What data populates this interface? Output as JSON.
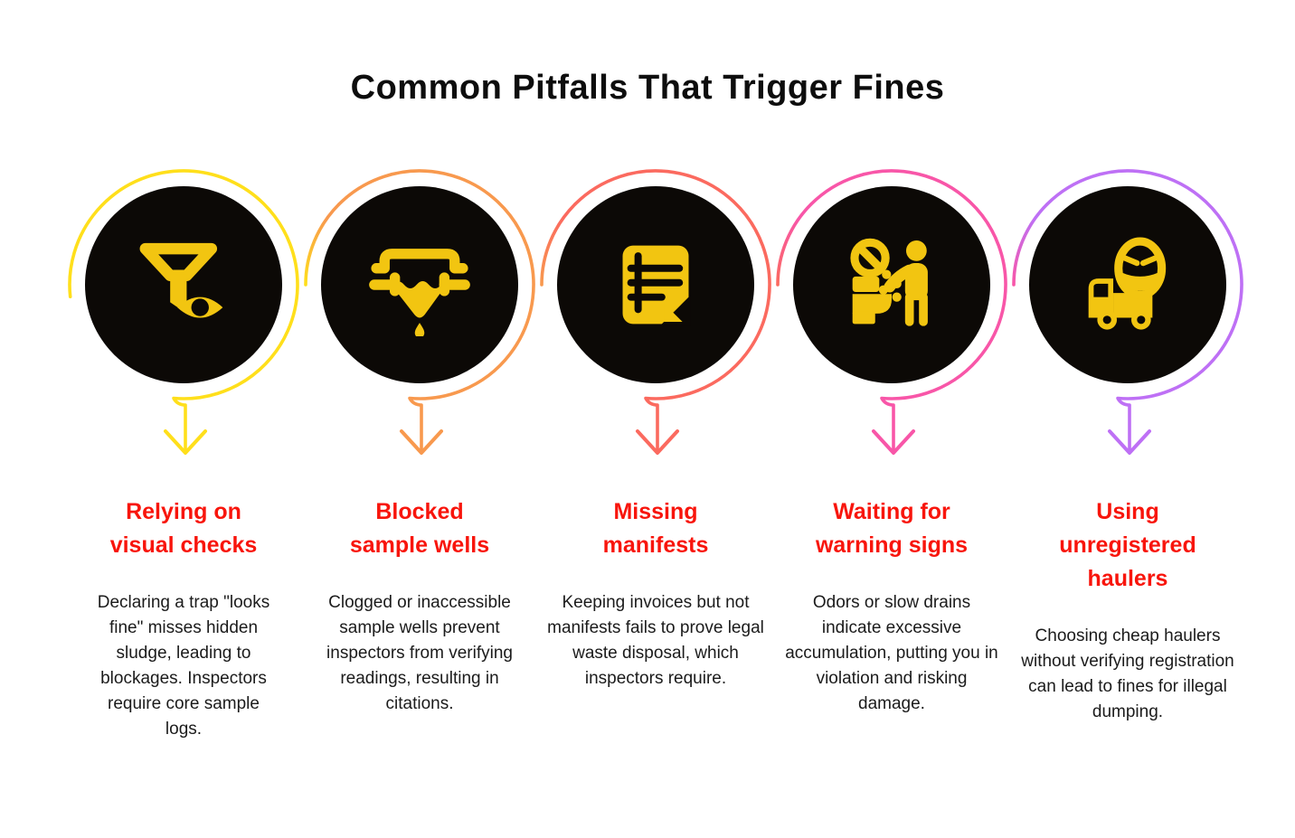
{
  "title": "Common Pitfalls That Trigger Fines",
  "colors": {
    "background": "#ffffff",
    "title_text": "#0d0d0d",
    "heading_text": "#f8150c",
    "body_text": "#1b1b1b",
    "disc": "#0c0906",
    "icon_gold": "#f2c511"
  },
  "items": [
    {
      "icon": "funnel-eye-icon",
      "ring_color": "#ffdf1b",
      "tail_from": "#ffdf1b",
      "title_lines": [
        "Relying on",
        "visual checks"
      ],
      "description": "Declaring a trap \"looks fine\" misses hidden sludge, leading to blockages. Inspectors require core sample logs."
    },
    {
      "icon": "clogged-sample-well-icon",
      "ring_color": "#f8994e",
      "tail_from": "#ffdf1b",
      "title_lines": [
        "Blocked",
        "sample wells"
      ],
      "description": "Clogged or inaccessible sample wells prevent inspectors from verifying readings, resulting in citations."
    },
    {
      "icon": "manifest-document-icon",
      "ring_color": "#fb6a5f",
      "tail_from": "#f8994e",
      "title_lines": [
        "Missing",
        "manifests"
      ],
      "description": "Keeping invoices but not manifests fails to prove legal waste disposal, which inspectors require."
    },
    {
      "icon": "no-flush-warning-icon",
      "ring_color": "#f856a8",
      "tail_from": "#fb6a5f",
      "title_lines": [
        "Waiting for",
        "warning signs"
      ],
      "description": "Odors or slow drains indicate excessive accumulation, putting you in violation and risking damage."
    },
    {
      "icon": "unregistered-hauler-truck-icon",
      "ring_color": "#be70f5",
      "tail_from": "#f856a8",
      "title_lines": [
        "Using",
        "unregistered",
        "haulers"
      ],
      "description": "Choosing cheap haulers without verifying registration can lead to fines for illegal dumping."
    }
  ]
}
